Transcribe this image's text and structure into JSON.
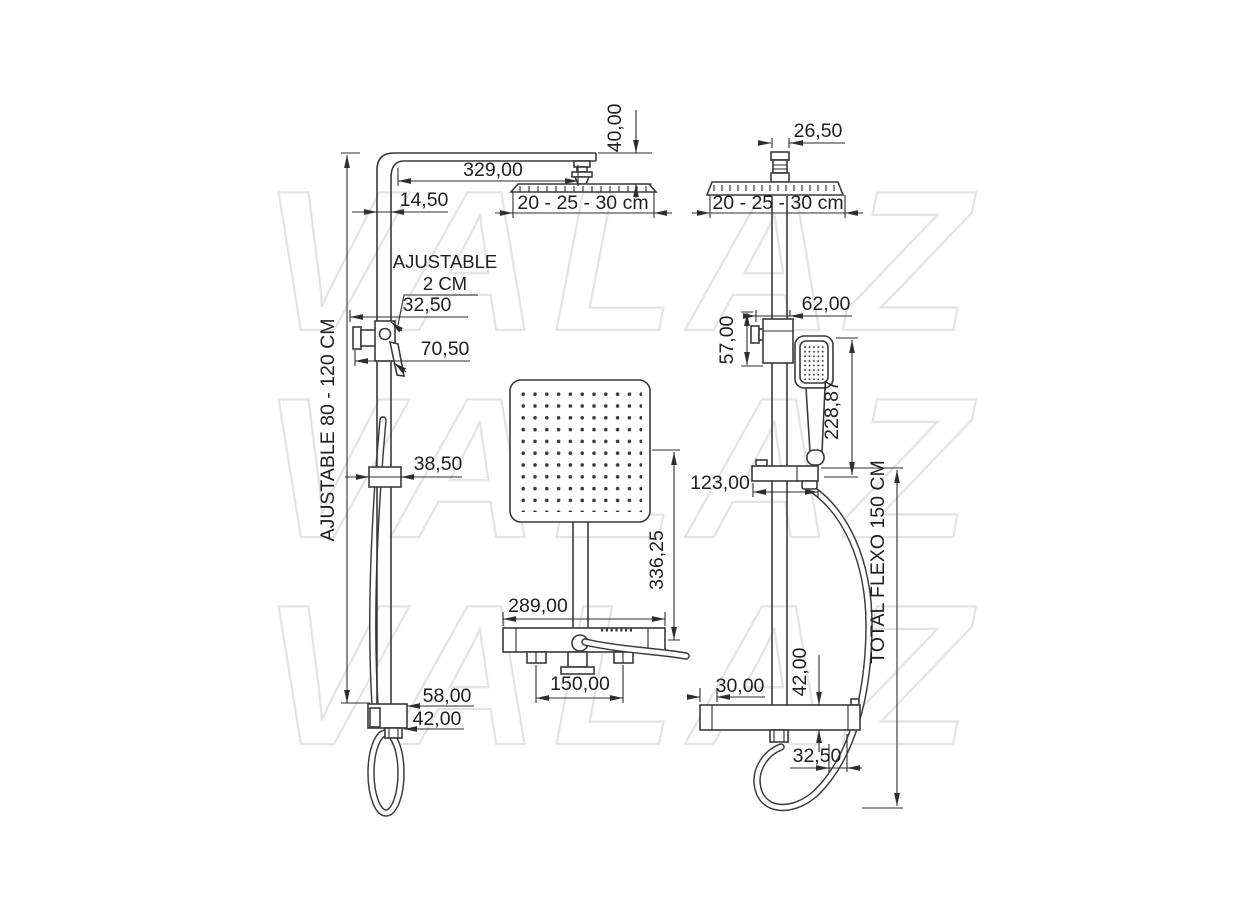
{
  "watermark": {
    "text": "VALAZ",
    "color": "#e4e4e4"
  },
  "colors": {
    "background": "#ffffff",
    "line": "#3a3a3a",
    "text": "#1e1e1e",
    "watermark": "#e4e4e4"
  },
  "side_view": {
    "d40": "40,00",
    "d329": "329,00",
    "d14_50": "14,50",
    "head_width": "20 - 25 - 30 cm",
    "adj_note_1": "AJUSTABLE",
    "adj_note_2": "2 CM",
    "d32_50": "32,50",
    "d70_50": "70,50",
    "height_range": "AJUSTABLE 80 - 120 CM",
    "d38_50": "38,50",
    "d58": "58,00",
    "d42": "42,00"
  },
  "front_view": {
    "d289": "289,00",
    "d336_25": "336,25",
    "d150": "150,00"
  },
  "back_view": {
    "d26_50": "26,50",
    "head_width": "20 - 25 - 30 cm",
    "d62": "62,00",
    "d57": "57,00",
    "d228_87": "228,87",
    "d123": "123,00",
    "hose_total": "TOTAL FLEXO 150 CM",
    "d30": "30,00",
    "d42": "42,00",
    "d32_50": "32,50"
  }
}
